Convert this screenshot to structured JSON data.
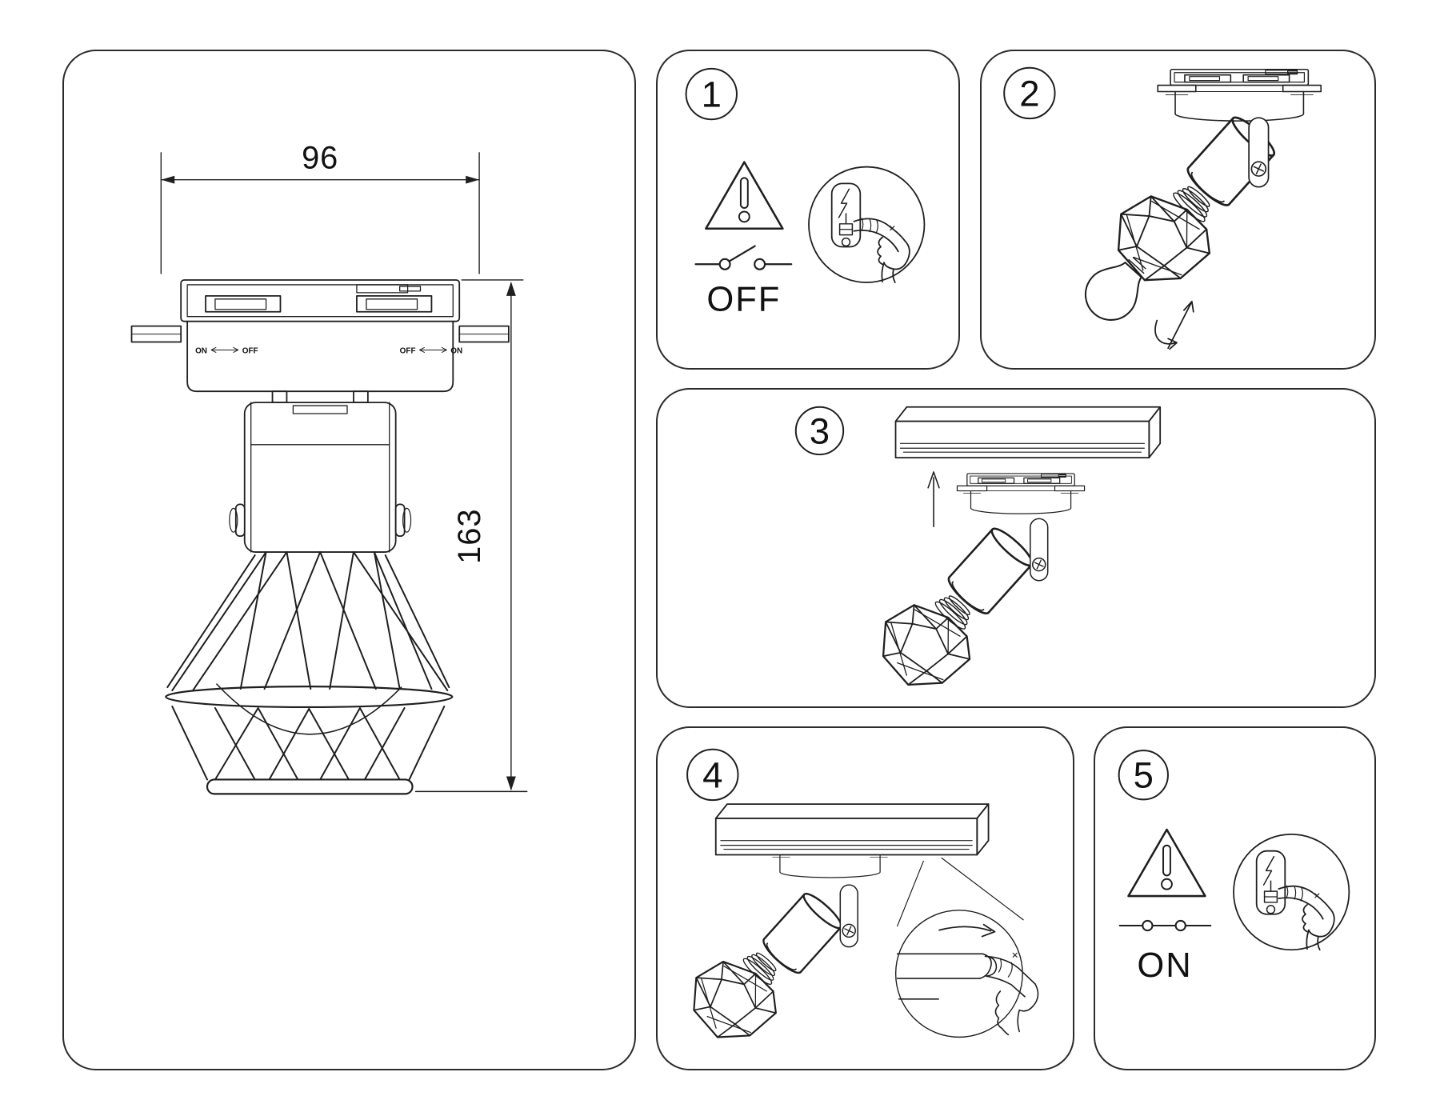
{
  "colors": {
    "line": "#1f1f1f",
    "background": "#ffffff",
    "panel_border": "#2b2b2b"
  },
  "technical_drawing": {
    "width_dimension": "96",
    "height_dimension": "163",
    "adapter_labels": {
      "left_on": "ON",
      "left_off": "OFF",
      "right_off": "OFF",
      "right_on": "ON"
    }
  },
  "steps": [
    {
      "number": "1",
      "power_label": "OFF",
      "icons": [
        "warning-triangle-icon",
        "switch-open-icon",
        "finger-press-switch-icon"
      ]
    },
    {
      "number": "2",
      "icons": [
        "track-adapter-3d",
        "cage-spotlight-3d",
        "bulb-3d",
        "rotate-arrow-icon"
      ]
    },
    {
      "number": "3",
      "icons": [
        "track-rail-3d",
        "up-arrow-icon",
        "track-adapter-3d",
        "cage-spotlight-3d"
      ]
    },
    {
      "number": "4",
      "icons": [
        "track-rail-3d",
        "mounted-spotlight-3d",
        "magnifier-detail-circle",
        "slide-arrow-icon",
        "finger-press-lever-icon"
      ]
    },
    {
      "number": "5",
      "power_label": "ON",
      "icons": [
        "warning-triangle-icon",
        "switch-closed-icon",
        "finger-press-switch-icon"
      ]
    }
  ]
}
